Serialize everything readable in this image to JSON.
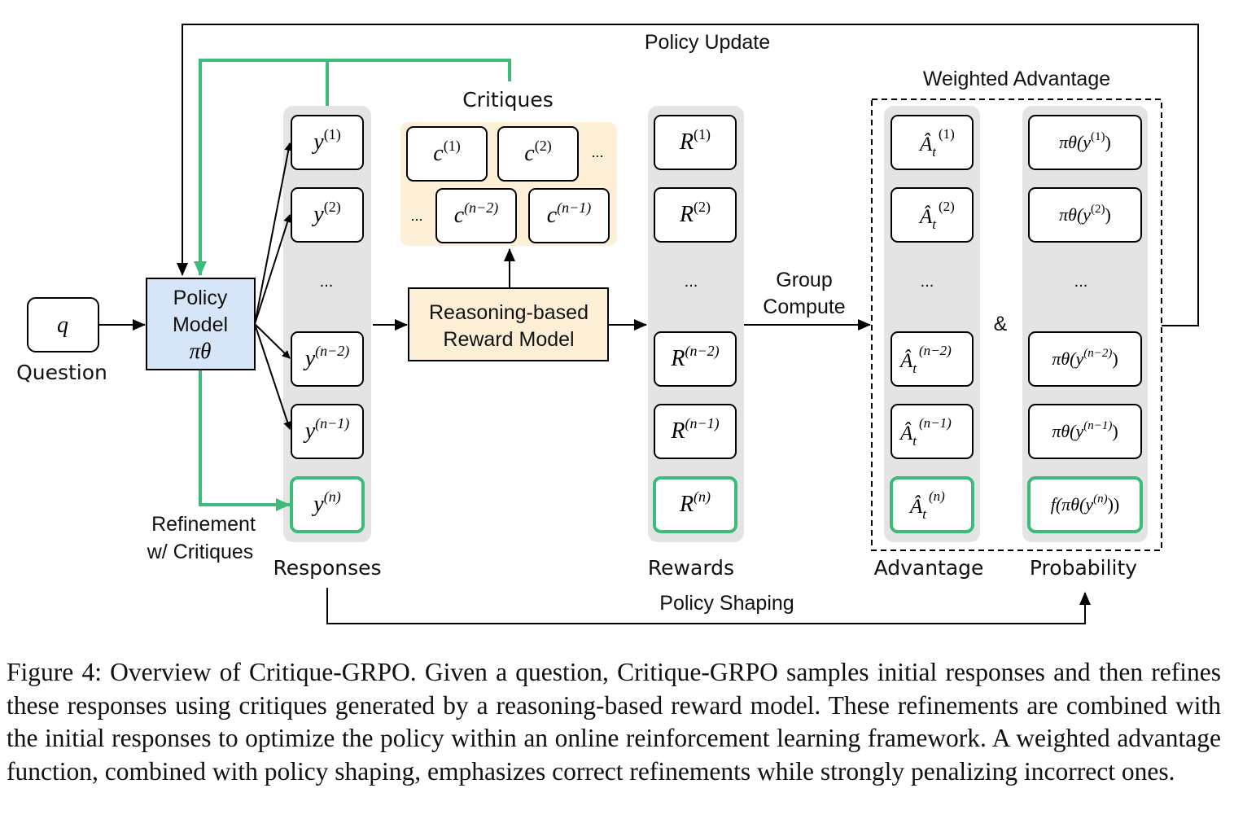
{
  "labels": {
    "policy_update": "Policy Update",
    "weighted_advantage": "Weighted Advantage",
    "critiques": "Critiques",
    "question_symbol": "q",
    "question": "Question",
    "policy_model_line1": "Policy",
    "policy_model_line2": "Model",
    "policy_model_symbol": "πθ",
    "reward_model_line1": "Reasoning-based",
    "reward_model_line2": "Reward Model",
    "group_compute_line1": "Group",
    "group_compute_line2": "Compute",
    "ampersand": "&",
    "refinement_line1": "Refinement",
    "refinement_line2": "w/ Critiques",
    "responses": "Responses",
    "rewards": "Rewards",
    "advantage": "Advantage",
    "probability": "Probability",
    "policy_shaping": "Policy Shaping",
    "ellipsis": "..."
  },
  "responses": [
    {
      "base": "y",
      "sup": "(1)"
    },
    {
      "base": "y",
      "sup": "(2)"
    },
    {
      "base": "y",
      "sup": "(n−2)"
    },
    {
      "base": "y",
      "sup": "(n−1)"
    },
    {
      "base": "y",
      "sup": "(n)"
    }
  ],
  "critiques": [
    {
      "base": "c",
      "sup": "(1)"
    },
    {
      "base": "c",
      "sup": "(2)"
    },
    {
      "base": "c",
      "sup": "(n−2)"
    },
    {
      "base": "c",
      "sup": "(n−1)"
    }
  ],
  "rewards": [
    {
      "base": "R",
      "sup": "(1)"
    },
    {
      "base": "R",
      "sup": "(2)"
    },
    {
      "base": "R",
      "sup": "(n−2)"
    },
    {
      "base": "R",
      "sup": "(n−1)"
    },
    {
      "base": "R",
      "sup": "(n)"
    }
  ],
  "advantages": [
    {
      "base": "Â",
      "sub": "t",
      "sup": "(1)"
    },
    {
      "base": "Â",
      "sub": "t",
      "sup": "(2)"
    },
    {
      "base": "Â",
      "sub": "t",
      "sup": "(n−2)"
    },
    {
      "base": "Â",
      "sub": "t",
      "sup": "(n−1)"
    },
    {
      "base": "Â",
      "sub": "t",
      "sup": "(n)"
    }
  ],
  "probabilities": [
    {
      "pre": "πθ(y",
      "sup": "(1)",
      "post": ")"
    },
    {
      "pre": "πθ(y",
      "sup": "(2)",
      "post": ")"
    },
    {
      "pre": "πθ(y",
      "sup": "(n−2)",
      "post": ")"
    },
    {
      "pre": "πθ(y",
      "sup": "(n−1)",
      "post": ")"
    },
    {
      "pre": "f(πθ(y",
      "sup": "(n)",
      "post": "))"
    }
  ],
  "colors": {
    "green": "#3dbb7a",
    "policy_fill": "#d6e6f8",
    "reward_fill": "#fcefd6",
    "critique_bg": "#fdf0d6",
    "column_bg": "#e4e4e4"
  },
  "caption": "Figure 4: Overview of Critique-GRPO. Given a question, Critique-GRPO samples initial responses and then refines these responses using critiques generated by a reasoning-based reward model. These refinements are combined with the initial responses to optimize the policy within an online reinforcement learning framework. A weighted advantage function, combined with policy shaping, emphasizes correct refinements while strongly penalizing incorrect ones."
}
